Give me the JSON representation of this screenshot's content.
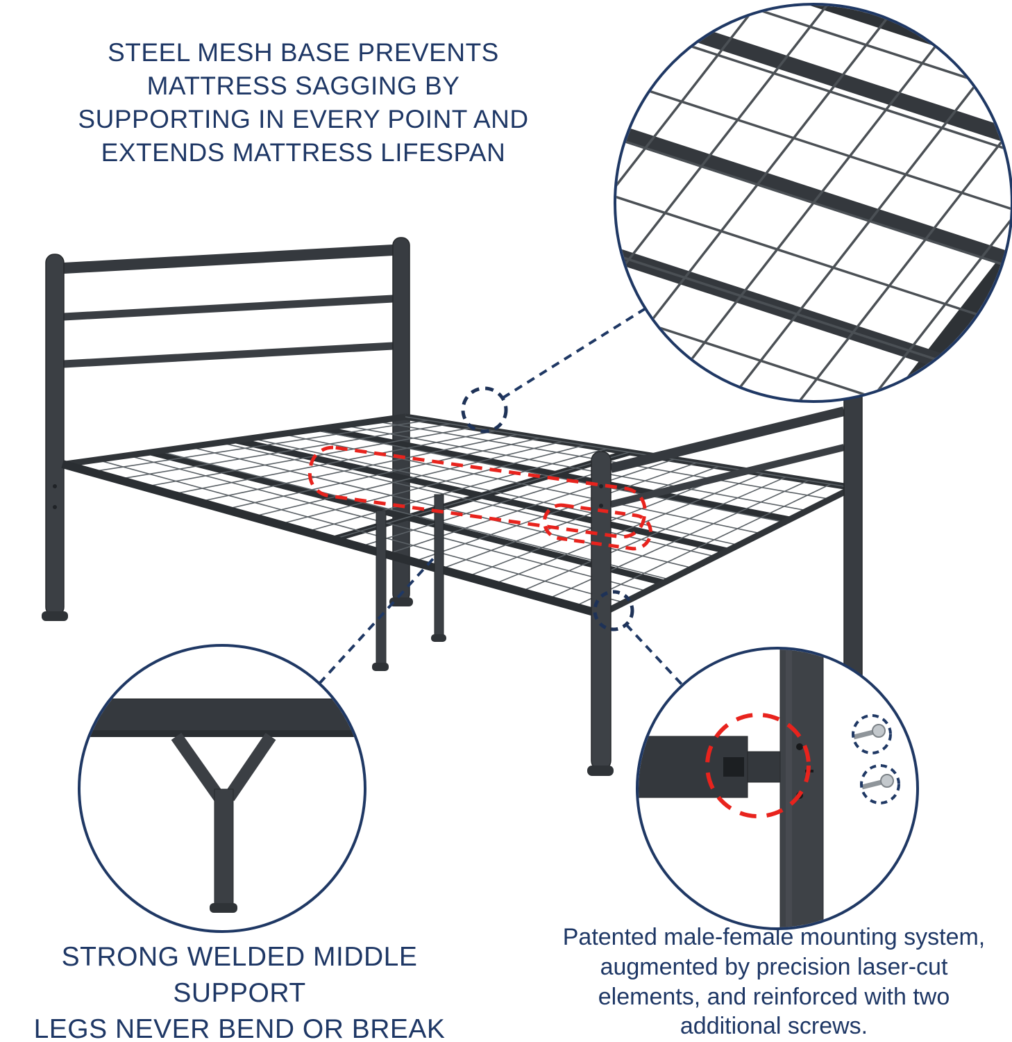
{
  "colors": {
    "navy": "#1f3864",
    "red": "#e8231d",
    "frame_dark": "#3b3f44",
    "mesh_wire": "#5a6065"
  },
  "top_callout": {
    "lines": [
      "STEEL MESH BASE PREVENTS",
      "MATTRESS SAGGING BY",
      "SUPPORTING IN EVERY POINT AND",
      "EXTENDS MATTRESS LIFESPAN"
    ]
  },
  "bottom_left_callout": {
    "lines": [
      "STRONG WELDED MIDDLE SUPPORT",
      "LEGS NEVER BEND OR BREAK"
    ]
  },
  "bottom_right_callout": {
    "lines": [
      "Patented male-female mounting system,",
      "augmented by precision laser-cut",
      "elements, and reinforced with two",
      "additional screws."
    ]
  }
}
